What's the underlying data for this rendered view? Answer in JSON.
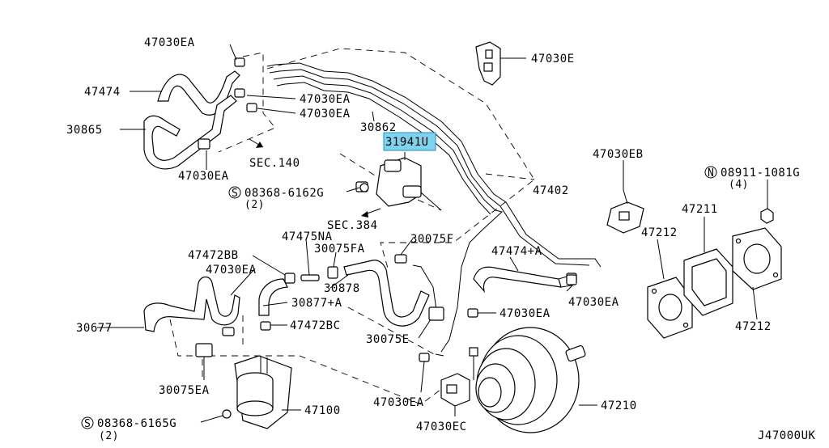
{
  "labels": {
    "l47030EA_1": "47030EA",
    "l47474": "47474",
    "l30865": "30865",
    "l47030EA_2": "47030EA",
    "l47030EA_3": "47030EA",
    "l47030EA_4": "47030EA",
    "sec140": "SEC.140",
    "l30862": "30862",
    "l31941U": "31941U",
    "l47030E": "47030E",
    "l08368_6162G": "08368-6162G",
    "qty2a": "(2)",
    "sec384": "SEC.384",
    "l47030EB": "47030EB",
    "l47402": "47402",
    "l08911": "08911-1081G",
    "qty4": "(4)",
    "l47211": "47211",
    "l47212a": "47212",
    "l47212b": "47212",
    "l47475NA": "47475NA",
    "l30075FA": "30075FA",
    "l30075F": "30075F",
    "l47472BB": "47472BB",
    "l47030EA_5": "47030EA",
    "l47474A": "47474+A",
    "l30878": "30878",
    "l30877A": "30877+A",
    "l47030EA_6": "47030EA",
    "l47030EA_7": "47030EA",
    "l30677": "30677",
    "l47472BC": "47472BC",
    "l30075E": "30075E",
    "l30075EA": "30075EA",
    "l47030EA_8": "47030EA",
    "l47210": "47210",
    "l47100": "47100",
    "l08368_6165G": "08368-6165G",
    "qty2b": "(2)",
    "l47030EC": "47030EC",
    "diagramId": "J47000UK",
    "symS": "S",
    "symN": "N"
  },
  "colors": {
    "highlight": "#7fd3ee",
    "line": "#000000",
    "background": "#ffffff"
  }
}
